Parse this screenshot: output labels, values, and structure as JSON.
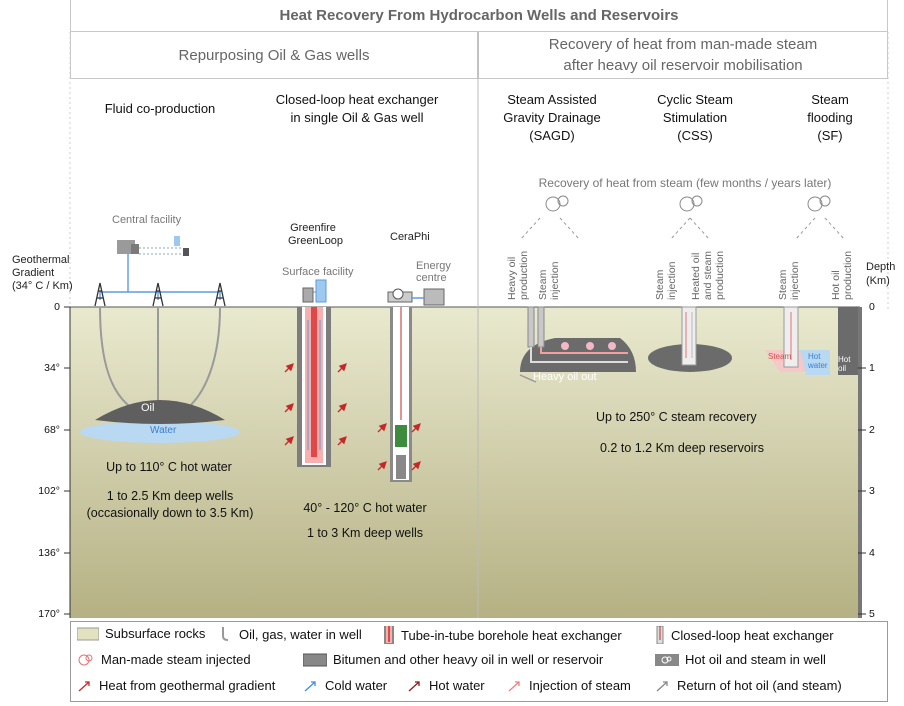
{
  "title": "Heat Recovery From Hydrocarbon Wells and Reservoirs",
  "sections": {
    "left": "Repurposing Oil & Gas wells",
    "right_line1": "Recovery of heat from man-made steam",
    "right_line2": "after heavy oil reservoir mobilisation"
  },
  "methods": {
    "fluid": "Fluid co-production",
    "closed_l1": "Closed-loop heat exchanger",
    "closed_l2": "in single Oil & Gas well",
    "sagd_l1": "Steam Assisted",
    "sagd_l2": "Gravity Drainage",
    "sagd_l3": "(SAGD)",
    "css_l1": "Cyclic Steam",
    "css_l2": "Stimulation",
    "css_l3": "(CSS)",
    "sf_l1": "Steam",
    "sf_l2": "flooding",
    "sf_l3": "(SF)"
  },
  "steam_recovery_note": "Recovery of heat from steam (few months / years later)",
  "left_axis": {
    "l1": "Geothermal",
    "l2": "Gradient",
    "l3": "(34° C / Km)",
    "ticks": [
      "0",
      "34°",
      "68°",
      "102°",
      "136°",
      "170°"
    ]
  },
  "right_axis": {
    "l1": "Depth",
    "l2": "(Km)",
    "ticks": [
      "0",
      "1",
      "2",
      "3",
      "4",
      "5"
    ]
  },
  "labels": {
    "central_facility": "Central facility",
    "greenfire_l1": "Greenfire",
    "greenfire_l2": "GreenLoop",
    "ceraphi": "CeraPhi",
    "surface_facility": "Surface facility",
    "energy_l1": "Energy",
    "energy_l2": "centre",
    "oil": "Oil",
    "water": "Water",
    "heavy_oil_out": "Heavy oil out",
    "heavy_oil_production_l1": "Heavy oil",
    "heavy_oil_production_l2": "production",
    "steam_injection_l1": "Steam",
    "steam_injection_l2": "injection",
    "heated_oil_l1": "Heated oil",
    "heated_oil_l2": "and steam",
    "heated_oil_l3": "production",
    "hot_oil_production_l1": "Hot oil",
    "hot_oil_production_l2": "production",
    "steam_small": "Steam",
    "hot_water_small": "Hot water",
    "hot_oil_small": "Hot oil"
  },
  "notes": {
    "fluid_temp": "Up to 110° C hot water",
    "fluid_depth_l1": "1 to 2.5 Km deep wells",
    "fluid_depth_l2": "(occasionally down to 3.5 Km)",
    "closed_temp": "40° - 120° C hot water",
    "closed_depth": "1 to 3 Km deep wells",
    "steam_temp": "Up to 250° C steam recovery",
    "steam_depth": "0.2 to 1.2 Km deep reservoirs"
  },
  "legend": {
    "subsurface": "Subsurface rocks",
    "fluid_in_well": "Oil, gas, water in well",
    "tube_in_tube": "Tube-in-tube borehole heat exchanger",
    "closed_loop": "Closed-loop heat exchanger",
    "steam_injected": "Man-made steam injected",
    "bitumen": "Bitumen and other heavy oil in well or reservoir",
    "hot_oil_steam": "Hot oil and steam in well",
    "heat_gradient": "Heat from geothermal gradient",
    "cold_water": "Cold water",
    "hot_water": "Hot water",
    "injection_steam": "Injection of steam",
    "return_hot_oil": "Return of hot oil (and steam)"
  },
  "colors": {
    "ground_top": "#e6e6c8",
    "ground_bottom": "#b8b486",
    "oil_grey": "#6b6b6b",
    "water_blue": "#b9d8f2",
    "heat_red": "#c62828",
    "steam_pink": "#f4a0a0",
    "cold_blue": "#3a8ee6"
  }
}
